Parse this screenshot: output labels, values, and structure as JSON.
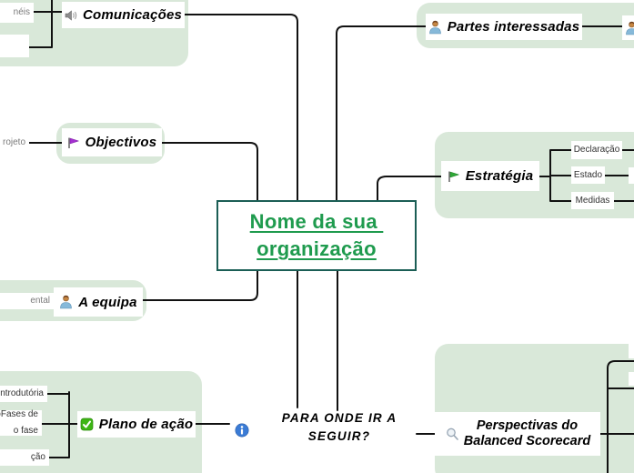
{
  "central": {
    "line1": "Nome da sua ",
    "line2": "organização",
    "text_color": "#1f9b4e",
    "border_color": "#1b5e55"
  },
  "colors": {
    "group_background": "#d9e8d9",
    "connector_line": "#111111",
    "canvas_background": "#ffffff"
  },
  "branches": {
    "comunicacoes": {
      "label": "Comunicações",
      "icon": "speaker-icon",
      "children": [
        {
          "label": "néis"
        },
        {
          "label": ""
        }
      ]
    },
    "objectivos": {
      "label": "Objectivos",
      "icon": "purple-flag-icon",
      "children": [
        {
          "label": "rojeto"
        }
      ]
    },
    "equipa": {
      "label": "A equipa",
      "icon": "person-icon",
      "children": [
        {
          "label": "ental"
        }
      ]
    },
    "plano": {
      "label": "Plano de ação",
      "icon": "green-check-icon",
      "children": [
        {
          "label": "ntrodutória"
        },
        {
          "line1": "oFases de",
          "line2": "o fase"
        },
        {
          "label": "ção"
        }
      ]
    },
    "para_onde": {
      "line1": "PARA ONDE IR A",
      "line2": "SEGUIR?",
      "icon": "info-icon"
    },
    "partes": {
      "label": "Partes interessadas",
      "icon": "person-icon"
    },
    "estrategia": {
      "label": "Estratégia",
      "icon": "green-flag-icon",
      "children": [
        {
          "label": "Declaração"
        },
        {
          "label": "Estado"
        },
        {
          "label": "Medidas"
        }
      ]
    },
    "perspectivas": {
      "line1": "Perspectivas do",
      "line2": "Balanced Scorecard",
      "icon": "magnifier-icon"
    }
  }
}
